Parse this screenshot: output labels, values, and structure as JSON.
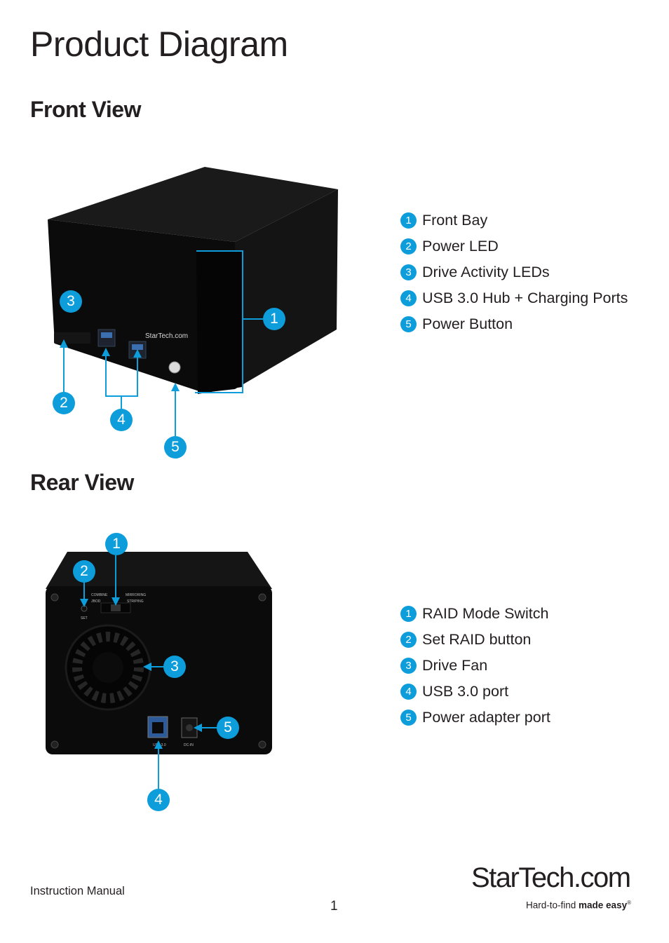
{
  "page": {
    "title": "Product Diagram",
    "footer_label": "Instruction Manual",
    "page_number": "1"
  },
  "front": {
    "heading": "Front View",
    "device_brand": "StarTech.com",
    "callouts": [
      "1",
      "2",
      "3",
      "4",
      "5"
    ],
    "legend": [
      {
        "num": "1",
        "label": "Front Bay"
      },
      {
        "num": "2",
        "label": "Power LED"
      },
      {
        "num": "3",
        "label": "Drive Activity LEDs"
      },
      {
        "num": "4",
        "label": "USB 3.0 Hub + Charging Ports"
      },
      {
        "num": "5",
        "label": "Power Button"
      }
    ]
  },
  "rear": {
    "heading": "Rear View",
    "panel_labels": {
      "combine": "COMBINE",
      "jbod": "JBOD",
      "mirroring": "MIRRORING",
      "striping": "STRIPING",
      "set": "SET",
      "usb": "USB 3.0",
      "dcin": "DC-IN"
    },
    "callouts": [
      "1",
      "2",
      "3",
      "4",
      "5"
    ],
    "legend": [
      {
        "num": "1",
        "label": "RAID Mode Switch"
      },
      {
        "num": "2",
        "label": "Set RAID button"
      },
      {
        "num": "3",
        "label": "Drive Fan"
      },
      {
        "num": "4",
        "label": "USB 3.0 port"
      },
      {
        "num": "5",
        "label": "Power adapter port"
      }
    ]
  },
  "logo": {
    "wordmark": "StarTech.com",
    "tagline_prefix": "Hard-to-find ",
    "tagline_bold": "made easy",
    "tagline_mark": "®"
  },
  "colors": {
    "accent": "#0d9ddb",
    "device": "#0b0b0b"
  }
}
